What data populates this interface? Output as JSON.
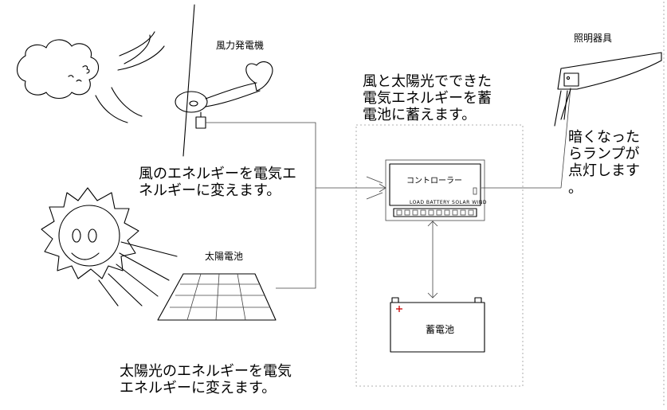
{
  "labels": {
    "wind_turbine": "風力発電機",
    "lighting": "照明器具",
    "solar_panel": "太陽電池",
    "battery": "蓄電池",
    "controller": "コントローラー",
    "controller_ports": "LOAD  BATTERY SOLAR  WIND",
    "center_note": "風と太陽光でできた\n電気エネルギーを蓄\n電池に蓄えます。",
    "wind_note": "風のエネルギーを電気エ\nネルギーに変えます。",
    "solar_note": "太陽光のエネルギーを電気\nエネルギーに変えます。",
    "lamp_note": "暗くなった\nらランプが\n点灯します\n。"
  },
  "colors": {
    "line": "#000000",
    "battery_plus": "#cc0000",
    "frame": "#999999"
  }
}
